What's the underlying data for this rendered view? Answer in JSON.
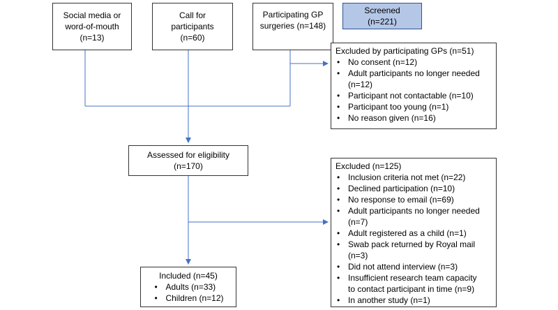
{
  "sources": [
    {
      "line1": "Social media or",
      "line2": "word-of-mouth",
      "count": "(n=13)"
    },
    {
      "line1": "Call for",
      "line2": "participants",
      "count": "(n=60)"
    },
    {
      "line1": "Participating GP",
      "line2": "surgeries (n=148)",
      "count": ""
    }
  ],
  "screened": {
    "label": "Screened",
    "count": "(n=221)"
  },
  "excluded_gp": {
    "title": "Excluded by participating GPs (n=51)",
    "items": [
      [
        "No consent (n=12)"
      ],
      [
        "Adult participants no longer needed",
        "(n=12)"
      ],
      [
        "Participant not contactable (n=10)"
      ],
      [
        "Participant too young (n=1)"
      ],
      [
        "No reason given (n=16)"
      ]
    ]
  },
  "assessed": {
    "label": "Assessed for eligibility",
    "count": "(n=170)"
  },
  "excluded": {
    "title": "Excluded (n=125)",
    "items": [
      [
        "Inclusion criteria not met (n=22)"
      ],
      [
        "Declined participation (n=10)"
      ],
      [
        "No response to email (n=69)"
      ],
      [
        "Adult participants no longer needed",
        "(n=7)"
      ],
      [
        "Adult registered as a child (n=1)"
      ],
      [
        "Swab pack returned by Royal mail",
        "(n=3)"
      ],
      [
        "Did not attend interview (n=3)"
      ],
      [
        "Insufficient research team capacity",
        "to contact participant in time (n=9)"
      ],
      [
        "In another study (n=1)"
      ]
    ]
  },
  "included": {
    "title": "Included (n=45)",
    "items": [
      "Adults (n=33)",
      "Children (n=12)"
    ]
  },
  "colors": {
    "connector": "#4472c4",
    "screened_fill": "#b4c7e7",
    "box_border": "#333333"
  }
}
